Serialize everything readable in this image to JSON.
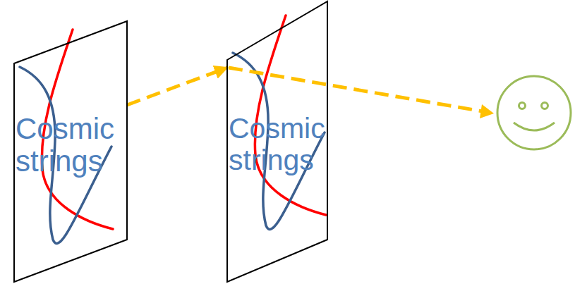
{
  "diagram": {
    "nodes": [
      {
        "text": [
          "Cosmic strings"
        ]
      },
      {
        "text": [
          "Cosmic strings"
        ]
      }
    ],
    "edges": [
      {
        "from": 0,
        "to": 1,
        "arrow": "to"
      }
    ]
  }
}
